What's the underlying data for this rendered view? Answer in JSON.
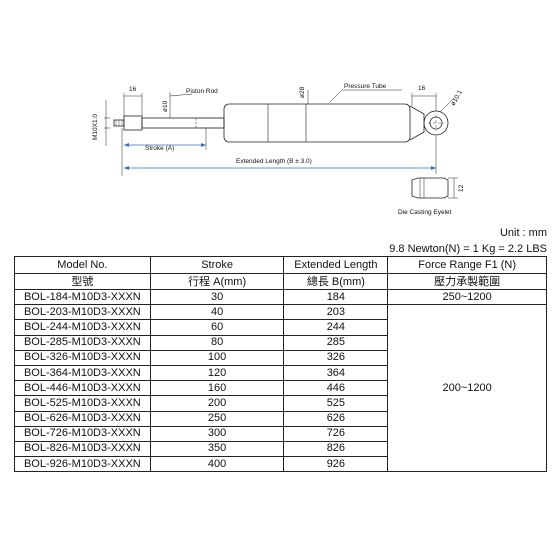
{
  "drawing": {
    "labels": {
      "piston_rod": "Piston Rod",
      "pressure_tube": "Pressure Tube",
      "stroke": "Stroke (A)",
      "extended_length": "Extended Length (B ± 3.0)",
      "die_casting_eyelet": "Die Casting Eyelet",
      "thread": "M10X1.0",
      "rod_dia": "ø10",
      "tube_dia": "ø28",
      "eye_dia": "ø10.1",
      "end_left": "16",
      "end_right": "16",
      "eye_thick": "12"
    }
  },
  "unit_text": "Unit : mm",
  "conversion_text": "9.8 Newton(N) = 1 Kg = 2.2 LBS",
  "table": {
    "headers": [
      {
        "en": "Model No.",
        "zh": "型號"
      },
      {
        "en": "Stroke",
        "zh": "行程 A(mm)"
      },
      {
        "en": "Extended Length",
        "zh": "總長 B(mm)"
      },
      {
        "en": "Force Range F1 (N)",
        "zh": "壓力承製範圍"
      }
    ],
    "rows": [
      {
        "model": "BOL-184-M10D3-XXXN",
        "stroke": "30",
        "length": "184"
      },
      {
        "model": "BOL-203-M10D3-XXXN",
        "stroke": "40",
        "length": "203"
      },
      {
        "model": "BOL-244-M10D3-XXXN",
        "stroke": "60",
        "length": "244"
      },
      {
        "model": "BOL-285-M10D3-XXXN",
        "stroke": "80",
        "length": "285"
      },
      {
        "model": "BOL-326-M10D3-XXXN",
        "stroke": "100",
        "length": "326"
      },
      {
        "model": "BOL-364-M10D3-XXXN",
        "stroke": "120",
        "length": "364"
      },
      {
        "model": "BOL-446-M10D3-XXXN",
        "stroke": "160",
        "length": "446"
      },
      {
        "model": "BOL-525-M10D3-XXXN",
        "stroke": "200",
        "length": "525"
      },
      {
        "model": "BOL-626-M10D3-XXXN",
        "stroke": "250",
        "length": "626"
      },
      {
        "model": "BOL-726-M10D3-XXXN",
        "stroke": "300",
        "length": "726"
      },
      {
        "model": "BOL-826-M10D3-XXXN",
        "stroke": "350",
        "length": "826"
      },
      {
        "model": "BOL-926-M10D3-XXXN",
        "stroke": "400",
        "length": "926"
      }
    ],
    "force_first": "250~1200",
    "force_rest": "200~1200"
  }
}
